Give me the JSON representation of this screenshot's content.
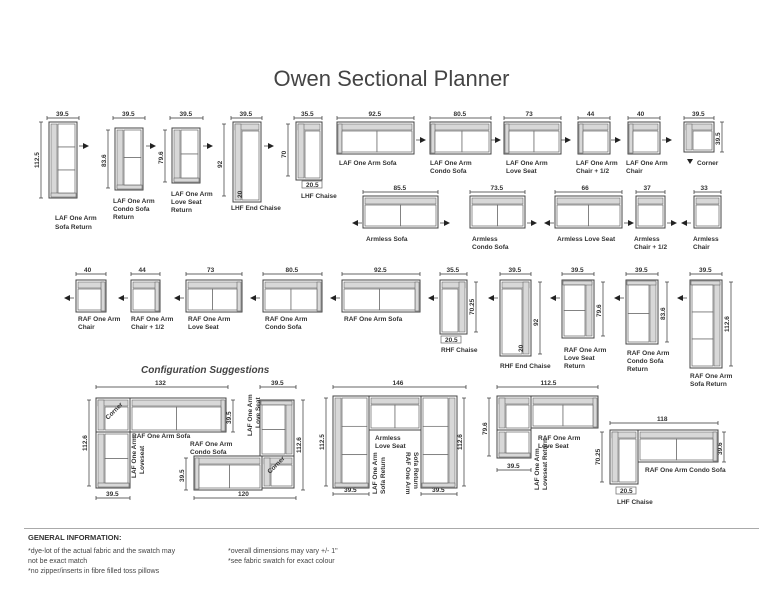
{
  "title": "Owen Sectional Planner",
  "pieces_row1": [
    {
      "label1": "LAF One Arm",
      "label2": "Sofa Return",
      "w": "39.5",
      "h": "112.5"
    },
    {
      "label1": "LAF One Arm",
      "label2": "Condo Sofa",
      "label3": "Return",
      "w": "39.5",
      "h": "83.6"
    },
    {
      "label1": "LAF One Arm",
      "label2": "Love Seat",
      "label3": "Return",
      "w": "39.5",
      "h": "79.6"
    },
    {
      "label1": "LHF End Chaise",
      "w": "39.5",
      "h": "92",
      "d": "20"
    },
    {
      "label1": "LHF Chaise",
      "w": "35.5",
      "h": "70",
      "d": "20.5"
    },
    {
      "label1": "LAF One Arm Sofa",
      "w": "92.5"
    },
    {
      "label1": "LAF One Arm",
      "label2": "Condo Sofa",
      "w": "80.5"
    },
    {
      "label1": "LAF One Arm",
      "label2": "Love Seat",
      "w": "73"
    },
    {
      "label1": "LAF One Arm",
      "label2": "Chair + 1/2",
      "w": "44"
    },
    {
      "label1": "LAF One Arm",
      "label2": "Chair",
      "w": "40"
    },
    {
      "label1": "Corner",
      "w": "39.5",
      "h": "39.5"
    }
  ],
  "pieces_armless": [
    {
      "label1": "Armless Sofa",
      "w": "85.5"
    },
    {
      "label1": "Armless",
      "label2": "Condo Sofa",
      "w": "73.5"
    },
    {
      "label1": "Armless Love Seat",
      "w": "66"
    },
    {
      "label1": "Armless",
      "label2": "Chair + 1/2",
      "w": "37"
    },
    {
      "label1": "Armless",
      "label2": "Chair",
      "w": "33"
    }
  ],
  "pieces_row3": [
    {
      "label1": "RAF One Arm",
      "label2": "Chair",
      "w": "40"
    },
    {
      "label1": "RAF One Arm",
      "label2": "Chair + 1/2",
      "w": "44"
    },
    {
      "label1": "RAF One Arm",
      "label2": "Love Seat",
      "w": "73"
    },
    {
      "label1": "RAF One Arm",
      "label2": "Condo Sofa",
      "w": "80.5"
    },
    {
      "label1": "RAF One Arm Sofa",
      "w": "92.5"
    },
    {
      "label1": "RHF Chaise",
      "w": "35.5",
      "h": "70.25",
      "d": "20.5"
    },
    {
      "label1": "RHF End Chaise",
      "w": "39.5",
      "h": "92",
      "d": "20"
    },
    {
      "label1": "RAF One Arm",
      "label2": "Love Seat",
      "label3": "Return",
      "w": "39.5",
      "h": "79.6"
    },
    {
      "label1": "RAF One Arm",
      "label2": "Condo Sofa",
      "label3": "Return",
      "w": "39.5",
      "h": "83.6"
    },
    {
      "label1": "RAF One Arm",
      "label2": "Sofa Return",
      "w": "39.5",
      "h": "112.6"
    }
  ],
  "configuration_heading": "Configuration Suggestions",
  "configs": {
    "c1": {
      "width": "132",
      "left_h": "112.6",
      "right_h": "39.5",
      "bottom": "39.5",
      "corner": "Corner",
      "sofa": "RAF One Arm Sofa",
      "side": "LAF One Arm",
      "side2": "Loveseat"
    },
    "c2": {
      "width": "120",
      "top_w": "39.5",
      "side_h": "39.5",
      "right_h": "112.6",
      "love": "LAF One Arm",
      "love2": "Love Seat",
      "condo": "RAF One Arm",
      "condo2": "Condo Sofa",
      "corner": "Corner"
    },
    "c3": {
      "width": "146",
      "left_h": "112.5",
      "right_h": "112.6",
      "bl": "39.5",
      "br": "39.5",
      "center": "Armless",
      "center2": "Love Seat",
      "left1": "LAF One Arm",
      "left2": "Sofa Return",
      "right1": "RAF One Arm",
      "right2": "Sofa Return"
    },
    "c4": {
      "width": "112.5",
      "left_h": "79.6",
      "bottom": "39.5",
      "love1": "RAF One Arm",
      "love2": "Love Seat",
      "side1": "LAF One Arm",
      "side2": "Loveseat Return"
    },
    "c5": {
      "width": "118",
      "left_h": "70.25",
      "right_h": "39.6",
      "bottom": "20.5",
      "sofa": "RAF One Arm Condo Sofa",
      "chaise": "LHF Chaise"
    }
  },
  "general": {
    "heading": "GENERAL INFORMATION:",
    "col1": [
      "*dye-lot of the actual fabric and the swatch may",
      "  not be exact match",
      "*no zipper/inserts in fibre filled toss pillows"
    ],
    "col2": [
      "*overall dimensions may vary +/- 1\"",
      "*see fabric swatch for exact colour"
    ]
  }
}
